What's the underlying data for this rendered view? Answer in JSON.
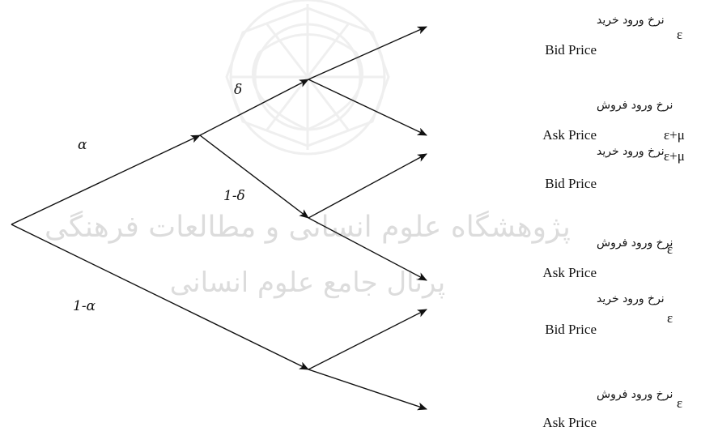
{
  "tree": {
    "root_branches": [
      {
        "label": "α"
      },
      {
        "label": "1-α"
      }
    ],
    "upper_branches": [
      {
        "label": "δ"
      },
      {
        "label": "1-δ"
      }
    ]
  },
  "leaves": [
    {
      "fa": "نرخ ورود خرید",
      "en": "Bid Price",
      "outcome": "ε"
    },
    {
      "fa": "نرخ ورود فروش",
      "en": "Ask Price",
      "outcome": "ε+μ"
    },
    {
      "fa": "نرخ ورود خرید",
      "en": "Bid Price",
      "outcome": "ε+μ"
    },
    {
      "fa": "نرخ ورود فروش",
      "en": "Ask Price",
      "outcome": "ε"
    },
    {
      "fa": "نرخ ورود خرید",
      "en": "Bid Price",
      "outcome": "ε"
    },
    {
      "fa": "نرخ ورود فروش",
      "en": "Ask Price",
      "outcome": "ε"
    }
  ],
  "watermark": {
    "line1": "پژوهشگاه علوم انسانی و مطالعات فرهنگی",
    "line2": "پرتال جامع علوم انسانی"
  }
}
